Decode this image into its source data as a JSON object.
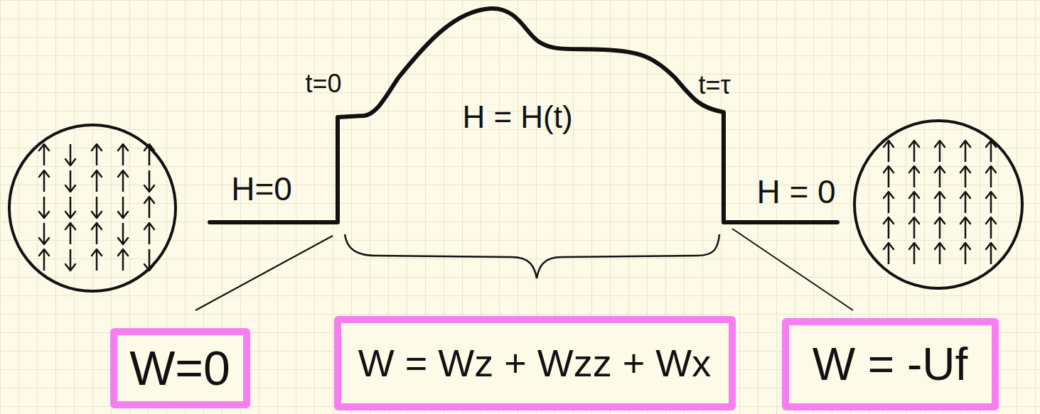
{
  "diagram": {
    "nodes": [
      {
        "text": [
          "W=0"
        ]
      },
      {
        "text": [
          "W = Wz + Wzz + Wx"
        ]
      },
      {
        "text": [
          "W = -Uf"
        ]
      }
    ],
    "labels": [
      "H=0",
      "t=0",
      "H = H(t)",
      "t=τ",
      "H = 0"
    ]
  }
}
